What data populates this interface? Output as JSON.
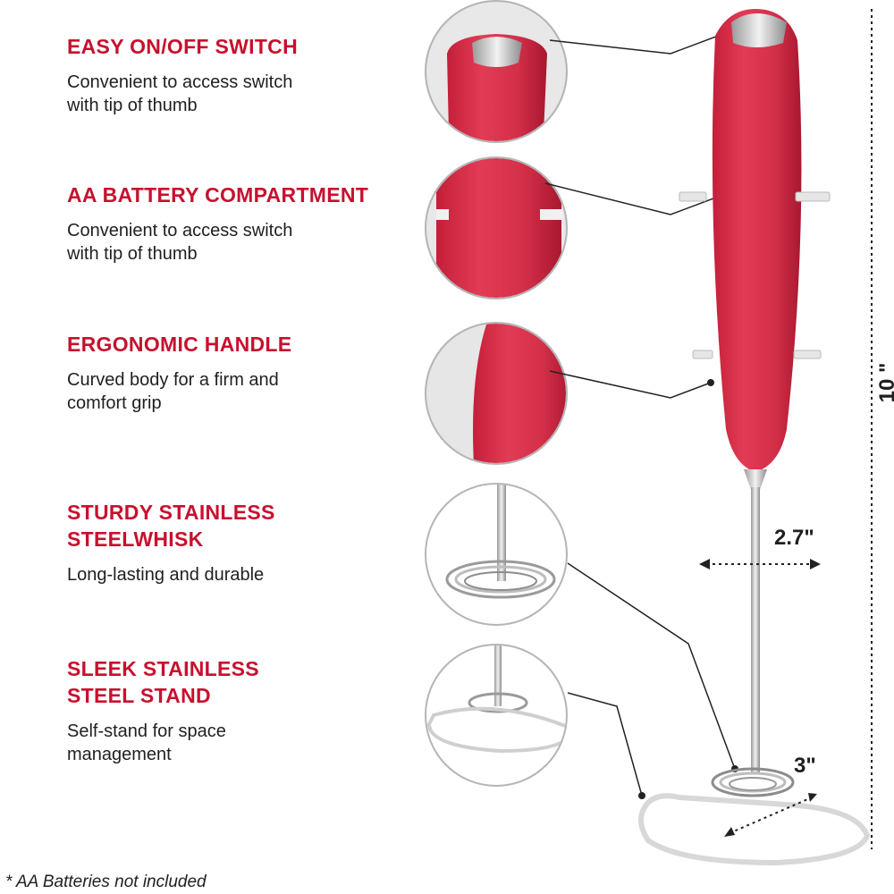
{
  "features": [
    {
      "title": "EASY ON/OFF SWITCH",
      "desc": "Convenient to access switch\nwith tip of thumb"
    },
    {
      "title": "AA BATTERY COMPARTMENT",
      "desc": "Convenient to access switch\nwith tip of thumb"
    },
    {
      "title": "ERGONOMIC HANDLE",
      "desc": "Curved body for a firm and\ncomfort grip"
    },
    {
      "title": "STURDY STAINLESS\nSTEELWHISK",
      "desc": "Long-lasting and durable"
    },
    {
      "title": "SLEEK STAINLESS\nSTEEL STAND",
      "desc": "Self-stand for space\nmanagement"
    }
  ],
  "dimensions": {
    "height": "10 \"",
    "width": "2.7\"",
    "base": "3\""
  },
  "footnote": "* AA Batteries not included",
  "colors": {
    "accent": "#c8102e",
    "body_red": "#d9324a",
    "text": "#1f1f1f"
  },
  "icons": [
    "power-switch-icon",
    "battery-compartment-icon",
    "handle-grip-icon",
    "whisk-icon",
    "stand-icon"
  ]
}
